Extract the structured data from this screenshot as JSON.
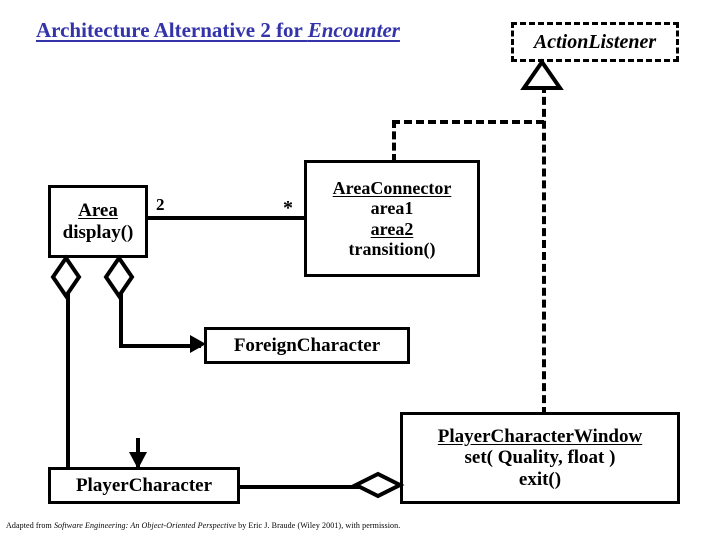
{
  "slide": {
    "title_prefix": "Architecture Alternative 2 for ",
    "title_italic": "Encounter",
    "footer_prefix": "Adapted from ",
    "footer_italic": "Software Engineering: An Object-Oriented Perspective",
    "footer_suffix": " by Eric J. Braude (Wiley 2001), with permission.",
    "title_color": "#3333AA",
    "line_color": "#000000",
    "background": "#FFFFFF"
  },
  "classes": {
    "area": {
      "name": "Area",
      "members": [
        "display()"
      ]
    },
    "area_connector": {
      "name": "AreaConnector",
      "members": [
        "area1",
        "area2",
        "transition()"
      ]
    },
    "foreign_character": {
      "name": "ForeignCharacter",
      "members": []
    },
    "player_character": {
      "name": "PlayerCharacter",
      "members": []
    },
    "player_character_window": {
      "name": "PlayerCharacterWindow",
      "members": [
        "set( Quality, float )",
        "exit()"
      ]
    }
  },
  "interfaces": {
    "action_listener": {
      "name": "ActionListener"
    }
  },
  "multiplicities": {
    "area_end": "2",
    "connector_end": "*"
  },
  "relationships": [
    {
      "id": "area-areaconnector",
      "kind": "association",
      "from": "Area",
      "to": "AreaConnector",
      "from_multiplicity": "2",
      "to_multiplicity": "*"
    },
    {
      "id": "area-foreigncharacter",
      "kind": "aggregation",
      "from": "Area",
      "to": "ForeignCharacter"
    },
    {
      "id": "area-playercharacter",
      "kind": "aggregation",
      "from": "Area",
      "to": "PlayerCharacter"
    },
    {
      "id": "playercharacterwindow-playercharacter",
      "kind": "aggregation",
      "from": "PlayerCharacterWindow",
      "to": "PlayerCharacter"
    },
    {
      "id": "areaconnector-actionlistener",
      "kind": "realization",
      "from": "AreaConnector",
      "to": "ActionListener"
    },
    {
      "id": "playercharacterwindow-actionlistener",
      "kind": "realization",
      "from": "PlayerCharacterWindow",
      "to": "ActionListener"
    }
  ]
}
